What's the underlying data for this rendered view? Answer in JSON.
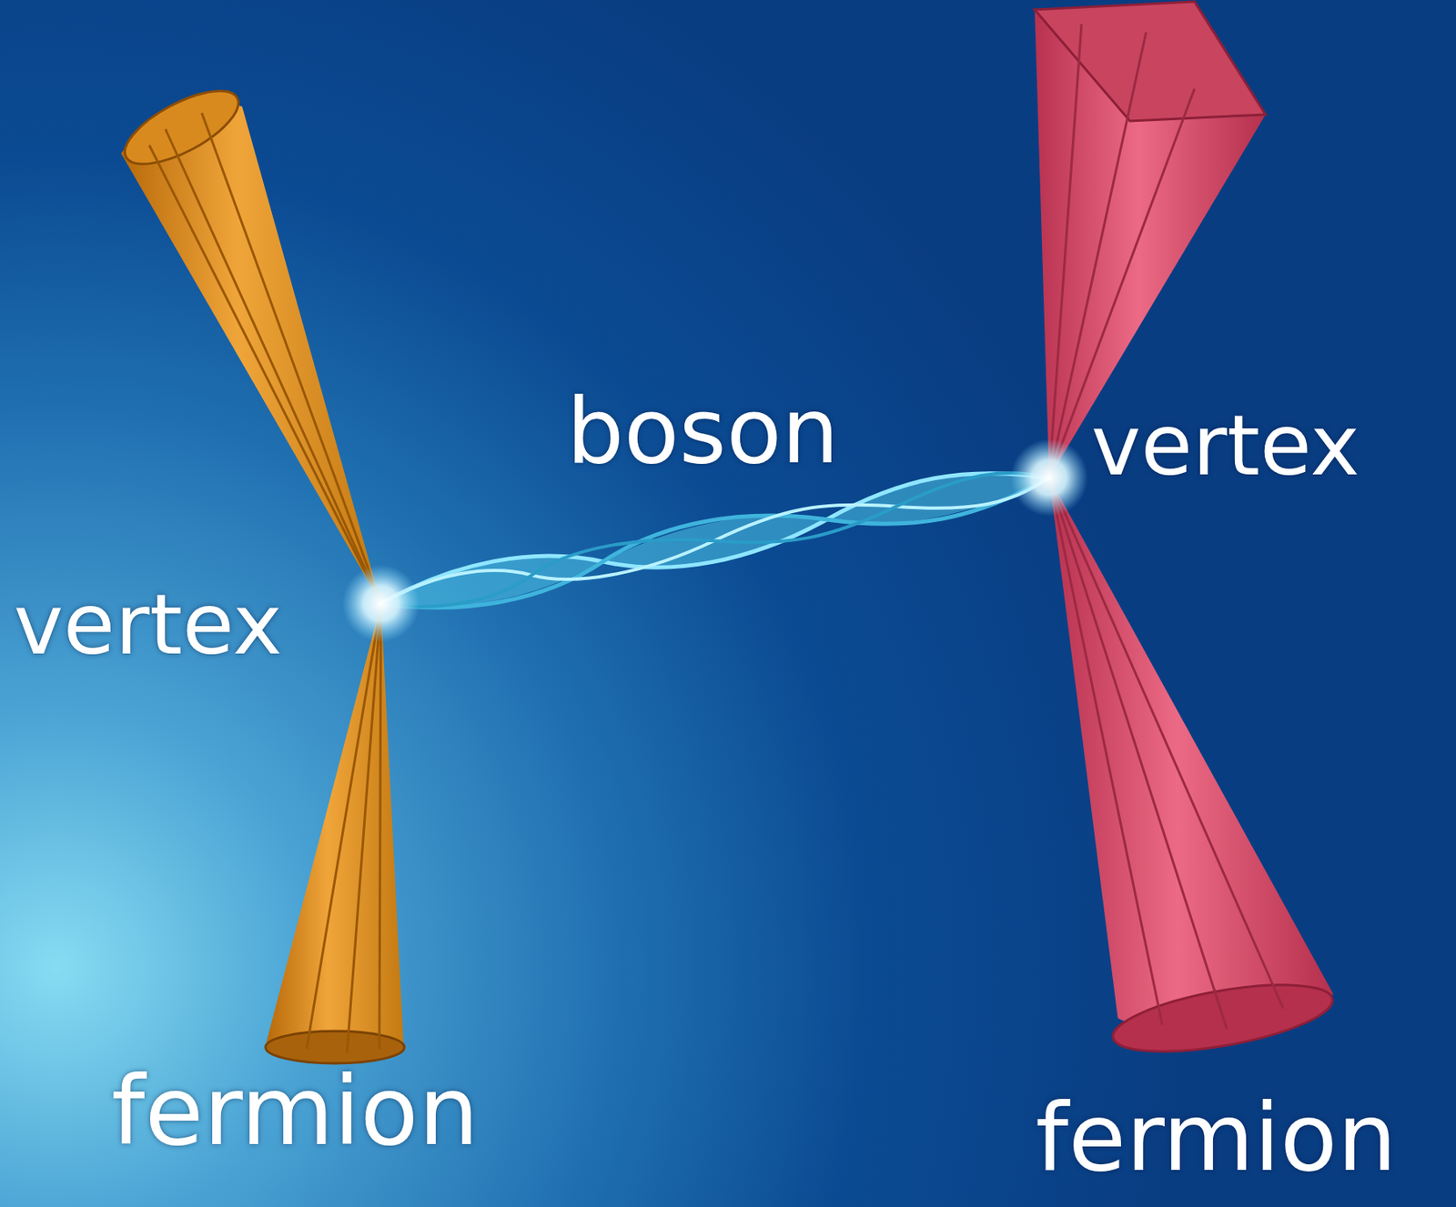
{
  "diagram": {
    "labels": [
      "boson",
      "vertex",
      "vertex",
      "fermion",
      "fermion"
    ]
  }
}
